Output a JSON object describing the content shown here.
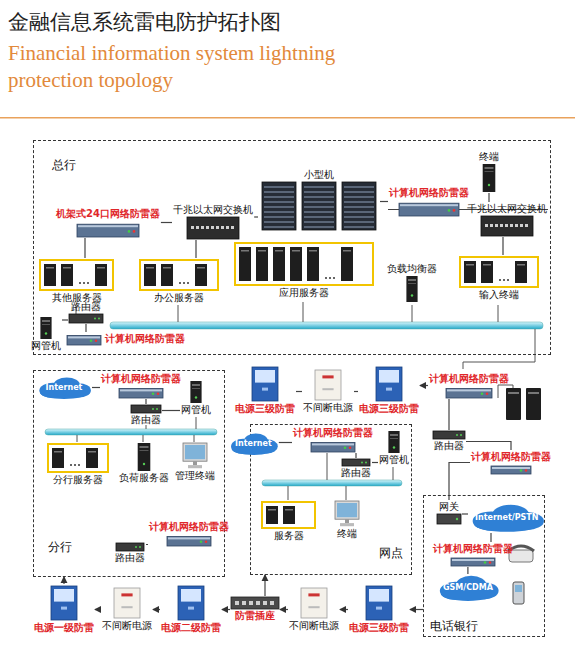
{
  "diagram": {
    "title": "金融信息系统雷电防护拓扑图",
    "nodes": [
      {
        "text": [
          "总行"
        ]
      },
      {
        "text": [
          "小型机"
        ],
        "in": 0
      },
      {
        "text": [
          "终端"
        ],
        "in": 0
      },
      {
        "text": [
          "计算机网络防雷器"
        ],
        "in": 0
      },
      {
        "text": [
          "千兆以太网交换机"
        ],
        "in": 0
      },
      {
        "text": [
          "机架式24口网络防雷器"
        ],
        "in": 0
      },
      {
        "text": [
          "千兆以太网交换机"
        ],
        "in": 0
      },
      {
        "text": [
          "其他服务器"
        ],
        "in": 0
      },
      {
        "text": [
          "办公服务器"
        ],
        "in": 0
      },
      {
        "text": [
          "应用服务器"
        ],
        "in": 0
      },
      {
        "text": [
          "负载均衡器"
        ],
        "in": 0
      },
      {
        "text": [
          "输入终端"
        ],
        "in": 0
      },
      {
        "text": [
          "路由器"
        ],
        "in": 0
      },
      {
        "text": [
          "网管机"
        ],
        "in": 0
      },
      {
        "text": [
          "计算机网络防雷器"
        ],
        "in": 0
      },
      {
        "text": [
          "分行"
        ]
      },
      {
        "text": [
          "Internet"
        ],
        "in": 15
      },
      {
        "text": [
          "计算机网络防雷器"
        ],
        "in": 15
      },
      {
        "text": [
          "路由器"
        ],
        "in": 15
      },
      {
        "text": [
          "网管机"
        ],
        "in": 15
      },
      {
        "text": [
          "分行服务器"
        ],
        "in": 15
      },
      {
        "text": [
          "负荷服务器"
        ],
        "in": 15
      },
      {
        "text": [
          "管理终端"
        ],
        "in": 15
      },
      {
        "text": [
          "计算机网络防雷器"
        ],
        "in": 15
      },
      {
        "text": [
          "路由器"
        ],
        "in": 15
      },
      {
        "text": [
          "电源三级防雷"
        ]
      },
      {
        "text": [
          "不间断电源"
        ]
      },
      {
        "text": [
          "电源三级防雷"
        ]
      },
      {
        "text": [
          "Internet"
        ]
      },
      {
        "text": [
          "网点"
        ]
      },
      {
        "text": [
          "计算机网络防雷器"
        ],
        "in": 29
      },
      {
        "text": [
          "路由器"
        ],
        "in": 29
      },
      {
        "text": [
          "网管机"
        ],
        "in": 29
      },
      {
        "text": [
          "服务器"
        ],
        "in": 29
      },
      {
        "text": [
          "终端"
        ],
        "in": 29
      },
      {
        "text": [
          "计算机网络防雷器"
        ]
      },
      {
        "text": [
          "路由器"
        ]
      },
      {
        "text": [
          "计算机网络防雷器"
        ]
      },
      {
        "text": [
          "电话银行"
        ]
      },
      {
        "text": [
          "网关"
        ],
        "in": 38
      },
      {
        "text": [
          "Internet/PSTN"
        ],
        "in": 38
      },
      {
        "text": [
          "计算机网络防雷器"
        ],
        "in": 38
      },
      {
        "text": [
          "GSM/CDMA"
        ],
        "in": 38
      },
      {
        "text": [
          "电源一级防雷"
        ]
      },
      {
        "text": [
          "不间断电源"
        ]
      },
      {
        "text": [
          "电源二级防雷"
        ]
      },
      {
        "text": [
          "防雷插座"
        ]
      },
      {
        "text": [
          "不间断电源"
        ]
      },
      {
        "text": [
          "电源三级防雷"
        ]
      }
    ],
    "edges": [
      {
        "from": 5,
        "to": 6,
        "arrow": "none"
      },
      {
        "from": 6,
        "to": 1,
        "arrow": "none"
      },
      {
        "from": 1,
        "to": 3,
        "arrow": "none"
      },
      {
        "from": 3,
        "to": 4,
        "arrow": "none"
      },
      {
        "from": 4,
        "to": 2,
        "arrow": "none"
      },
      {
        "from": 4,
        "to": 11,
        "arrow": "none"
      },
      {
        "from": 5,
        "to": 7,
        "arrow": "none"
      },
      {
        "from": 6,
        "to": 8,
        "arrow": "none"
      },
      {
        "from": 12,
        "to": 13,
        "arrow": "none"
      },
      {
        "from": 12,
        "to": 14,
        "arrow": "none"
      },
      {
        "from": 16,
        "to": 17,
        "arrow": "none"
      },
      {
        "from": 17,
        "to": 18,
        "arrow": "none"
      },
      {
        "from": 18,
        "to": 19,
        "arrow": "none"
      },
      {
        "from": 23,
        "to": 24,
        "arrow": "none"
      },
      {
        "from": 25,
        "to": 26,
        "arrow": "none"
      },
      {
        "from": 26,
        "to": 27,
        "arrow": "none"
      },
      {
        "from": 35,
        "to": 27,
        "arrow": "to"
      },
      {
        "from": 28,
        "to": 30,
        "arrow": "none"
      },
      {
        "from": 30,
        "to": 31,
        "arrow": "none"
      },
      {
        "from": 31,
        "to": 32,
        "arrow": "none"
      },
      {
        "from": 35,
        "to": 36,
        "arrow": "none"
      },
      {
        "from": 36,
        "to": 37,
        "arrow": "none"
      },
      {
        "from": 37,
        "to": 39,
        "arrow": "none"
      },
      {
        "from": 39,
        "to": 40,
        "arrow": "none"
      },
      {
        "from": 40,
        "to": 41,
        "arrow": "none"
      },
      {
        "from": 41,
        "to": 42,
        "arrow": "none"
      },
      {
        "from": 48,
        "to": 47,
        "arrow": "to"
      },
      {
        "from": 47,
        "to": 46,
        "arrow": "to"
      },
      {
        "from": 46,
        "to": 45,
        "arrow": "to"
      },
      {
        "from": 45,
        "to": 44,
        "arrow": "to"
      },
      {
        "from": 44,
        "to": 43,
        "arrow": "to"
      },
      {
        "from": 38,
        "to": 48,
        "arrow": "to"
      },
      {
        "from": 43,
        "to": 15,
        "arrow": "to"
      },
      {
        "from": 46,
        "to": 29,
        "arrow": "to"
      }
    ],
    "labels": [
      "Financial information system lightning protection topology"
    ]
  }
}
